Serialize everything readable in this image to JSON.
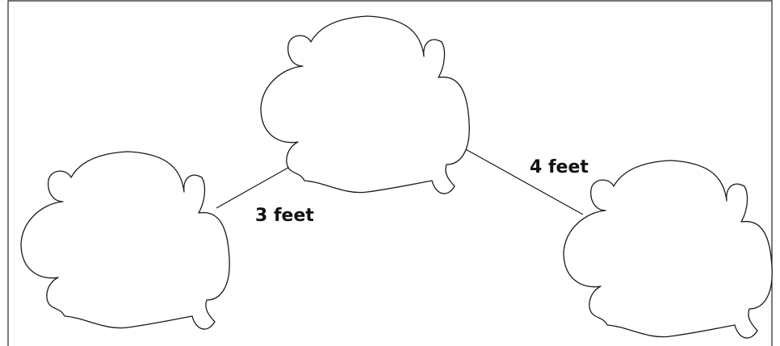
{
  "diagram": {
    "clouds": [
      {
        "id": "cloud-left"
      },
      {
        "id": "cloud-top"
      },
      {
        "id": "cloud-right"
      }
    ],
    "connections": [
      {
        "from": "cloud-left",
        "to": "cloud-top",
        "label": "3 feet"
      },
      {
        "from": "cloud-top",
        "to": "cloud-right",
        "label": "4 feet"
      }
    ]
  }
}
